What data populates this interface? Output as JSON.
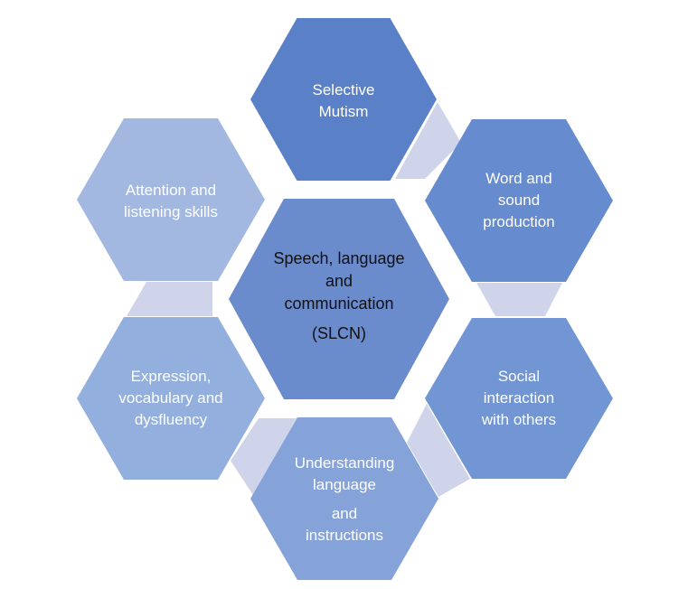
{
  "diagram": {
    "title": "Speech, language and communication (SLCN)",
    "center": {
      "id": "center",
      "lines": [
        "Speech, language",
        "and",
        "communication",
        "(SLCN)"
      ],
      "color": "#6a8bcc",
      "text_color": "#111111"
    },
    "nodes": [
      {
        "id": "top",
        "lines": [
          "Selective",
          "Mutism"
        ],
        "color": "#5a80c8"
      },
      {
        "id": "upper-right",
        "lines": [
          "Word and",
          "sound",
          "production"
        ],
        "color": "#668bcf"
      },
      {
        "id": "lower-right",
        "lines": [
          "Social",
          "interaction",
          "with others"
        ],
        "color": "#7295d3"
      },
      {
        "id": "bottom",
        "lines": [
          "Understanding",
          "language",
          "and",
          "instructions"
        ],
        "color": "#86a3d9"
      },
      {
        "id": "lower-left",
        "lines": [
          "Expression,",
          "vocabulary and",
          "dysfluency"
        ],
        "color": "#93afdd"
      },
      {
        "id": "upper-left",
        "lines": [
          "Attention and",
          "listening skills"
        ],
        "color": "#a2b8e0"
      }
    ],
    "connector_color": "#cfd4ea",
    "text_color": "#ffffff"
  }
}
